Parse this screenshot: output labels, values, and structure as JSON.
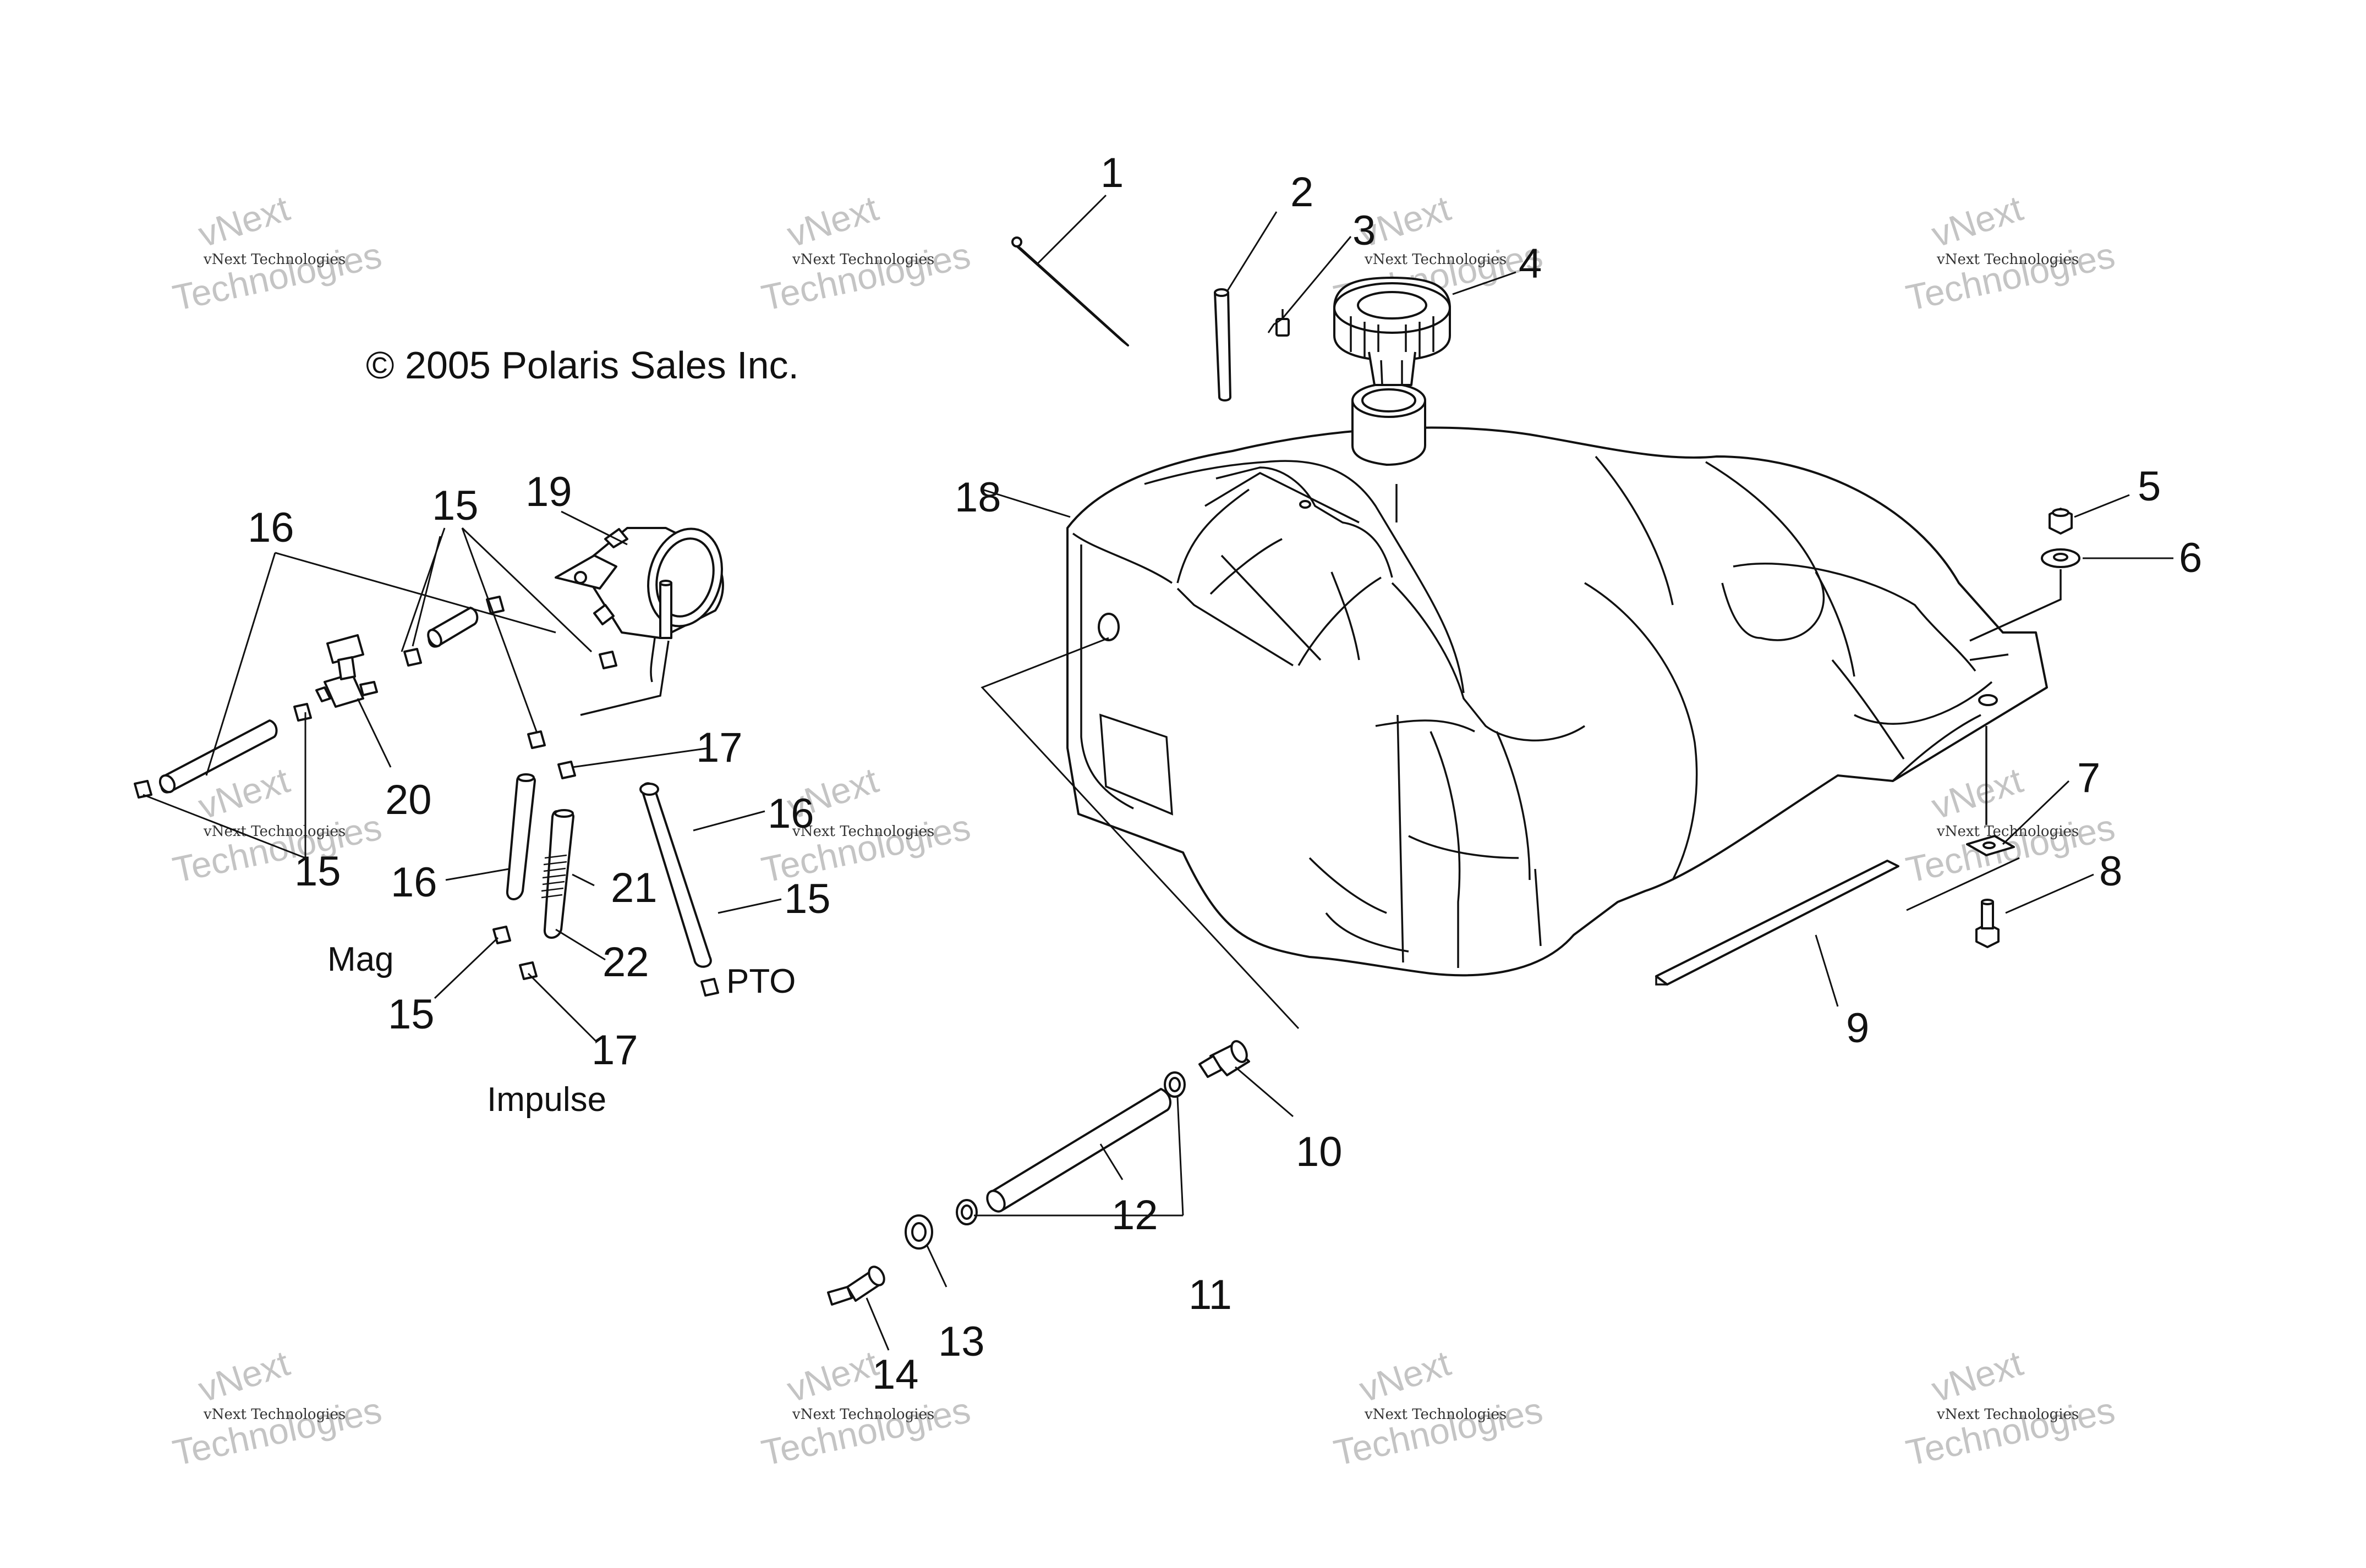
{
  "copyright": "© 2005 Polaris Sales Inc.",
  "captions": {
    "mag": "Mag",
    "impulse": "Impulse",
    "pto": "PTO"
  },
  "watermark": {
    "line1": "vNext Technologies",
    "line2": "vNext",
    "line3": "Technologies"
  },
  "callouts": [
    "1",
    "2",
    "3",
    "4",
    "5",
    "6",
    "7",
    "8",
    "9",
    "10",
    "11",
    "12",
    "13",
    "14",
    "15",
    "15",
    "15",
    "15",
    "15",
    "16",
    "16",
    "16",
    "17",
    "17",
    "18",
    "19",
    "20",
    "21",
    "22"
  ]
}
